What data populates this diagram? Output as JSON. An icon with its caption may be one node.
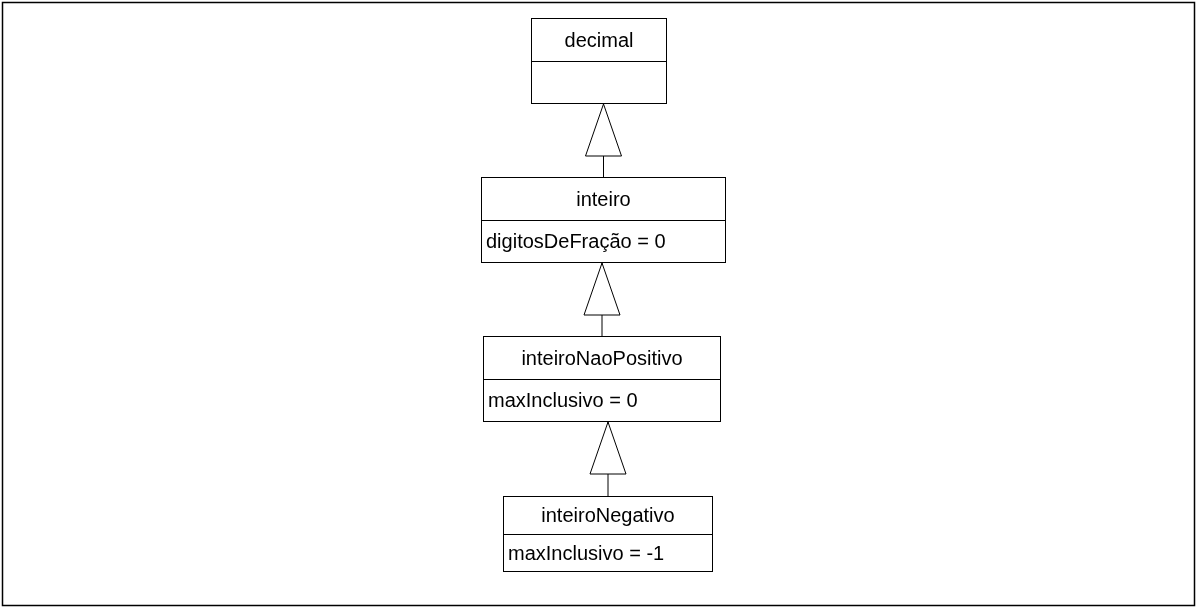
{
  "diagram": {
    "nodes": [
      {
        "text": [
          "decimal"
        ]
      },
      {
        "text": [
          "inteiro",
          "digitosDeFração = 0"
        ]
      },
      {
        "text": [
          "inteiroNaoPositivo",
          "maxInclusivo = 0"
        ]
      },
      {
        "text": [
          "inteiroNegativo",
          "maxInclusivo = -1"
        ]
      }
    ],
    "edges": [
      {
        "from": 1,
        "to": 0,
        "arrow": "to"
      },
      {
        "from": 2,
        "to": 1,
        "arrow": "to"
      },
      {
        "from": 3,
        "to": 2,
        "arrow": "to"
      }
    ]
  }
}
